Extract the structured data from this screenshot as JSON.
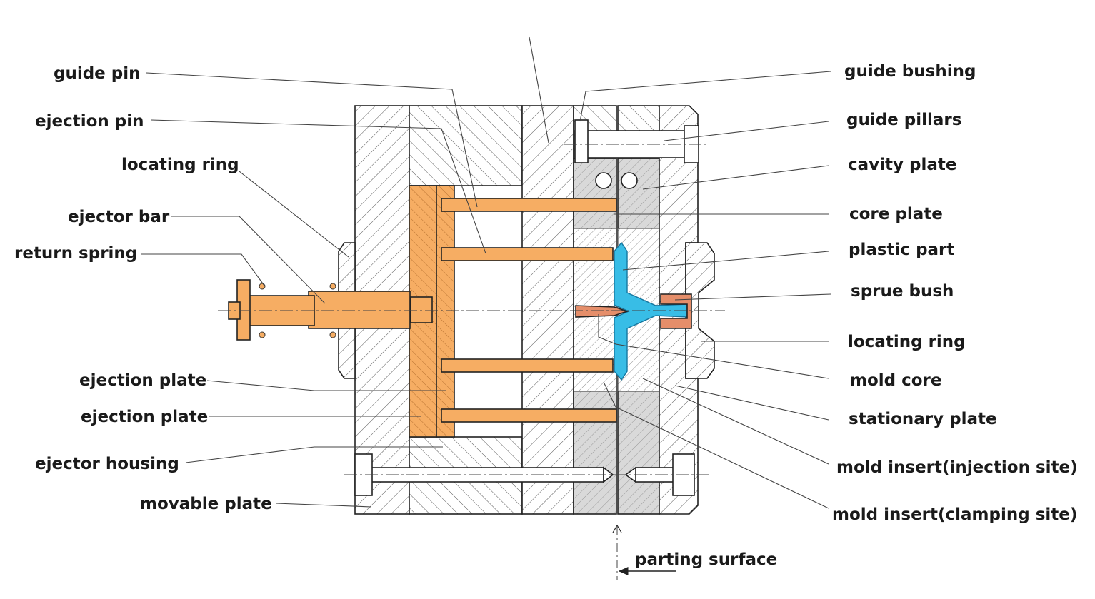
{
  "colors": {
    "ejector_orange": "#f6ad63",
    "plastic_blue": "#38bde6",
    "sprue_copper": "#e58e6a",
    "insert_gray": "#d9d9d9",
    "line": "#222222",
    "background": "#ffffff"
  },
  "labels_left": [
    "guide pin",
    "ejection pin",
    "locating ring",
    "ejector bar",
    "return spring",
    "ejection plate",
    "ejection plate",
    "ejector housing",
    "movable plate"
  ],
  "labels_right": [
    "guide bushing",
    "guide pillars",
    "cavity plate",
    "core plate",
    "plastic part",
    "sprue bush",
    "locating ring",
    "mold core",
    "stationary plate",
    "mold insert(injection site)",
    "mold insert(clamping site)"
  ],
  "parting_surface": "parting surface"
}
